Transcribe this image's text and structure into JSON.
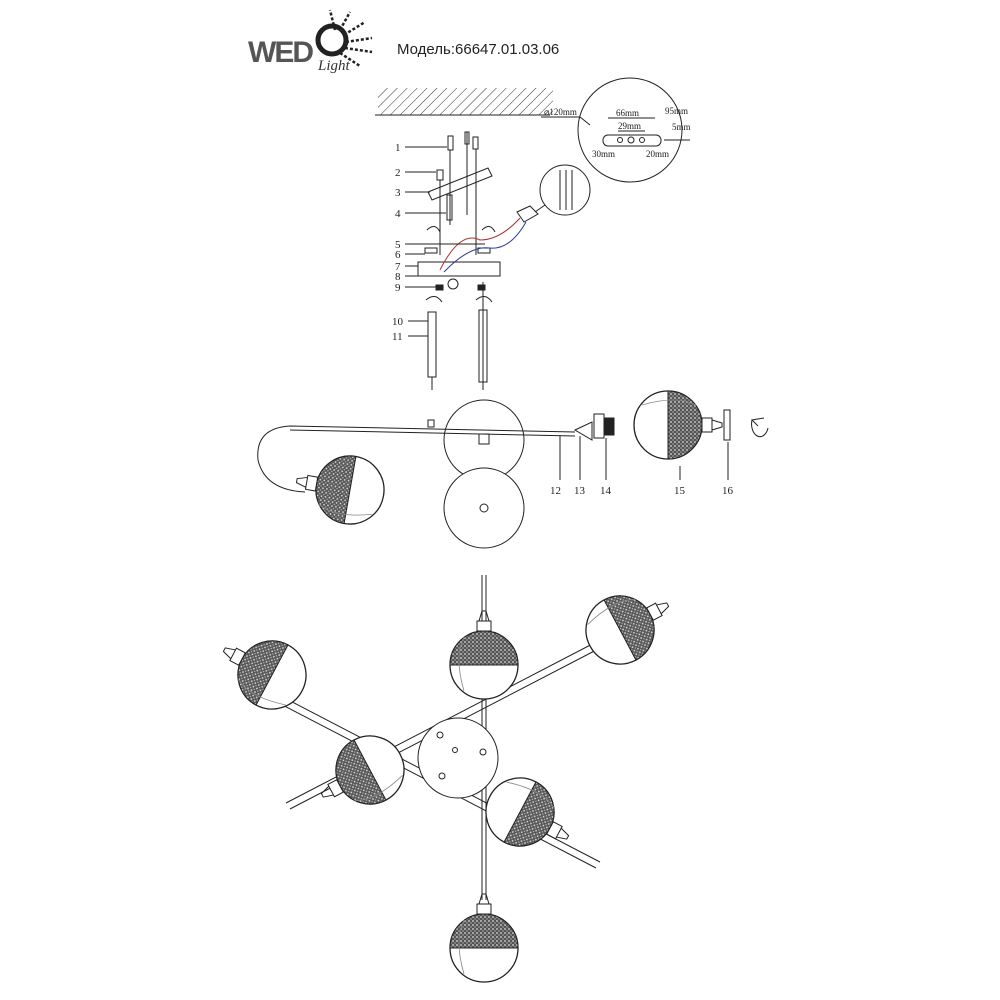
{
  "header": {
    "logo_text": "WEDO Light",
    "model": "Модель:66647.01.03.06"
  },
  "dimensions": {
    "diameter": "⌀120mm",
    "d66": "66mm",
    "d29": "29mm",
    "d95": "95mm",
    "d5": "5mm",
    "d30": "30mm",
    "d20": "20mm"
  },
  "part_labels": [
    "1",
    "2",
    "3",
    "4",
    "5",
    "6",
    "7",
    "8",
    "9",
    "10",
    "11",
    "12",
    "13",
    "14",
    "15",
    "16"
  ],
  "colors": {
    "line": "#222222",
    "wire_red": "#b03030",
    "wire_blue": "#2a3aa0"
  }
}
